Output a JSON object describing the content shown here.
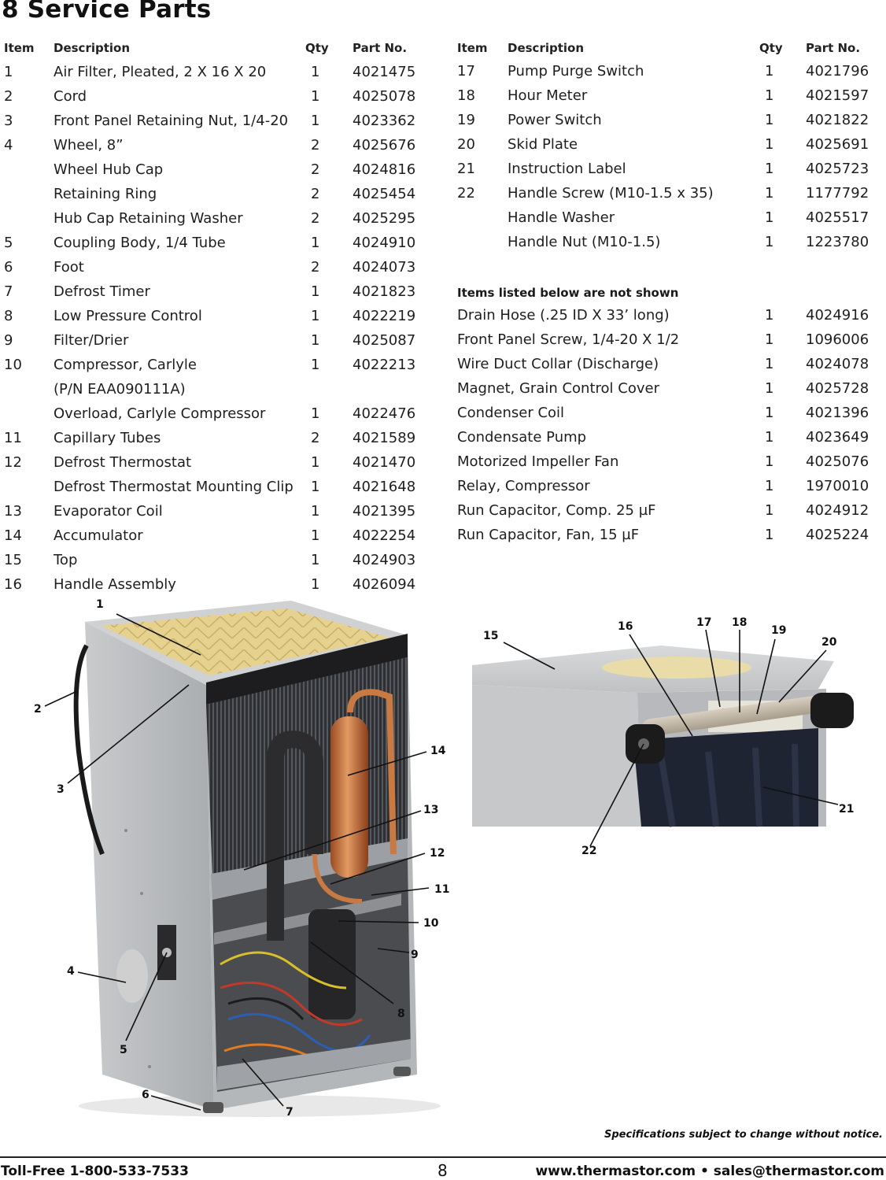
{
  "page_title": "8 Service Parts",
  "headers": {
    "item": "Item",
    "description": "Description",
    "qty": "Qty",
    "part_no": "Part No."
  },
  "left_rows": [
    {
      "item": "1",
      "description": "Air Filter, Pleated, 2 X 16 X 20",
      "qty": "1",
      "part": "4021475"
    },
    {
      "item": "2",
      "description": "Cord",
      "qty": "1",
      "part": "4025078"
    },
    {
      "item": "3",
      "description": "Front Panel Retaining Nut, 1/4-20",
      "qty": "1",
      "part": "4023362"
    },
    {
      "item": "4",
      "description": "Wheel, 8”",
      "qty": "2",
      "part": "4025676"
    },
    {
      "item": "",
      "description": "Wheel Hub Cap",
      "qty": "2",
      "part": "4024816"
    },
    {
      "item": "",
      "description": "Retaining Ring",
      "qty": "2",
      "part": "4025454"
    },
    {
      "item": "",
      "description": "Hub Cap Retaining Washer",
      "qty": "2",
      "part": "4025295"
    },
    {
      "item": "5",
      "description": "Coupling Body, 1/4 Tube",
      "qty": "1",
      "part": "4024910"
    },
    {
      "item": "6",
      "description": "Foot",
      "qty": "2",
      "part": "4024073"
    },
    {
      "item": "7",
      "description": "Defrost Timer",
      "qty": "1",
      "part": "4021823"
    },
    {
      "item": "8",
      "description": "Low Pressure Control",
      "qty": "1",
      "part": "4022219"
    },
    {
      "item": "9",
      "description": "Filter/Drier",
      "qty": "1",
      "part": "4025087"
    },
    {
      "item": "10",
      "description": "Compressor, Carlyle",
      "qty": "1",
      "part": "4022213"
    },
    {
      "item": "",
      "description": "(P/N EAA090111A)",
      "qty": "",
      "part": ""
    },
    {
      "item": "",
      "description": "Overload, Carlyle Compressor",
      "qty": "1",
      "part": "4022476"
    },
    {
      "item": "11",
      "description": "Capillary Tubes",
      "qty": "2",
      "part": "4021589"
    },
    {
      "item": "12",
      "description": "Defrost Thermostat",
      "qty": "1",
      "part": "4021470"
    },
    {
      "item": "",
      "description": "Defrost Thermostat Mounting Clip",
      "qty": "1",
      "part": "4021648"
    },
    {
      "item": "13",
      "description": "Evaporator Coil",
      "qty": "1",
      "part": "4021395"
    },
    {
      "item": "14",
      "description": "Accumulator",
      "qty": "1",
      "part": "4022254"
    },
    {
      "item": "15",
      "description": "Top",
      "qty": "1",
      "part": "4024903"
    },
    {
      "item": "16",
      "description": "Handle Assembly",
      "qty": "1",
      "part": "4026094"
    }
  ],
  "right_rows": [
    {
      "item": "17",
      "description": "Pump Purge Switch",
      "qty": "1",
      "part": "4021796"
    },
    {
      "item": "18",
      "description": "Hour Meter",
      "qty": "1",
      "part": "4021597"
    },
    {
      "item": "19",
      "description": "Power Switch",
      "qty": "1",
      "part": "4021822"
    },
    {
      "item": "20",
      "description": "Skid Plate",
      "qty": "1",
      "part": "4025691"
    },
    {
      "item": "21",
      "description": "Instruction Label",
      "qty": "1",
      "part": "4025723"
    },
    {
      "item": "22",
      "description": "Handle Screw (M10-1.5 x 35)",
      "qty": "1",
      "part": "1177792"
    },
    {
      "item": "",
      "description": "Handle Washer",
      "qty": "1",
      "part": "4025517"
    },
    {
      "item": "",
      "description": "Handle Nut (M10-1.5)",
      "qty": "1",
      "part": "1223780"
    }
  ],
  "not_shown_label": "Items listed below are not shown",
  "not_shown_rows": [
    {
      "description": "Drain Hose (.25 ID X 33’ long)",
      "qty": "1",
      "part": "4024916"
    },
    {
      "description": "Front Panel Screw, 1/4-20 X 1/2",
      "qty": "1",
      "part": "1096006"
    },
    {
      "description": "Wire Duct Collar (Discharge)",
      "qty": "1",
      "part": "4024078"
    },
    {
      "description": "Magnet, Grain Control Cover",
      "qty": "1",
      "part": "4025728"
    },
    {
      "description": "Condenser Coil",
      "qty": "1",
      "part": "4021396"
    },
    {
      "description": "Condensate Pump",
      "qty": "1",
      "part": "4023649"
    },
    {
      "description": "Motorized Impeller Fan",
      "qty": "1",
      "part": "4025076"
    },
    {
      "description": "Relay, Compressor",
      "qty": "1",
      "part": "1970010"
    },
    {
      "description": "Run Capacitor, Comp. 25 µF",
      "qty": "1",
      "part": "4024912"
    },
    {
      "description": "Run Capacitor, Fan, 15 µF",
      "qty": "1",
      "part": "4025224"
    }
  ],
  "left_callouts": [
    "1",
    "2",
    "3",
    "4",
    "5",
    "6",
    "7",
    "8",
    "9",
    "10",
    "11",
    "12",
    "13",
    "14"
  ],
  "right_callouts": [
    "15",
    "16",
    "17",
    "18",
    "19",
    "20",
    "21",
    "22"
  ],
  "spec_note": "Specifications subject to change without notice.",
  "footer": {
    "phone": "Toll-Free 1-800-533-7533",
    "page_number": "8",
    "contact": "www.thermastor.com • sales@thermastor.com"
  }
}
